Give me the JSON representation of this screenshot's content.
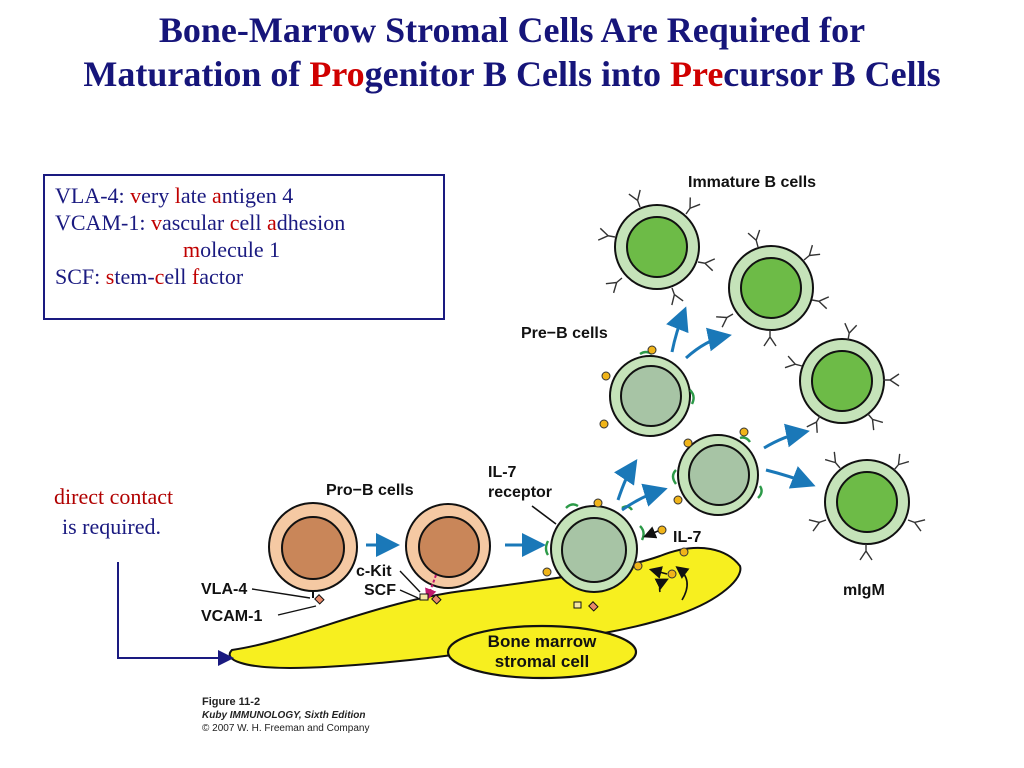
{
  "title": {
    "line1": "Bone-Marrow Stromal Cells Are Required for",
    "line2_a": "Maturation of ",
    "line2_pro": "Pro",
    "line2_b": "genitor B Cells into ",
    "line2_pre": "Pre",
    "line2_c": "cursor B Cells"
  },
  "legend": {
    "l1": {
      "a": "VLA-4: ",
      "v": "v",
      "b": "ery ",
      "l": "l",
      "c": "ate ",
      "an": "a",
      "d": "ntigen 4"
    },
    "l2": {
      "a": "VCAM-1: ",
      "v": "v",
      "b": "ascular ",
      "c1": "c",
      "c": "ell ",
      "ad": "a",
      "d": "dhesion"
    },
    "l3": {
      "m": "m",
      "rest": "olecule 1"
    },
    "l4": {
      "a": "SCF: ",
      "s": "s",
      "b": "tem-",
      "c1": "c",
      "c": "ell ",
      "f": "f",
      "d": "actor"
    }
  },
  "note": {
    "line1": "direct contact",
    "line2": "is required."
  },
  "labels": {
    "immature": "Immature B cells",
    "preb": "Pre−B cells",
    "prob": "Pro−B cells",
    "il7r_1": "IL-7",
    "il7r_2": "receptor",
    "il7": "IL-7",
    "ckit": "c-Kit",
    "scf": "SCF",
    "vla4": "VLA-4",
    "vcam1": "VCAM-1",
    "stromal_1": "Bone marrow",
    "stromal_2": "stromal cell",
    "migm": "mIgM"
  },
  "caption": {
    "fig": "Figure 11-2",
    "book": "Kuby IMMUNOLOGY, Sixth Edition",
    "copy": "© 2007 W. H. Freeman and Company"
  },
  "colors": {
    "title": "#16157a",
    "highlight": "#d00000",
    "stromal": "#f7ef1f",
    "pro_cell": "#f5c9a3",
    "pro_nucleus": "#c98659",
    "pre_cell": "#c5e3b9",
    "pre_nucleus": "#a7c4a5",
    "immature_nucleus": "#6dbb47",
    "arrow": "#1a78b8",
    "il7": "#f0b419"
  }
}
